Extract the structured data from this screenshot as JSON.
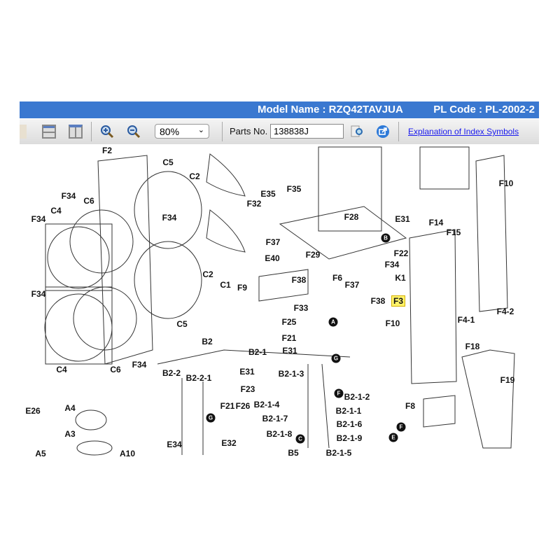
{
  "header": {
    "model_name": "Model Name : RZQ42TAVJUA",
    "pl_code": "PL Code : PL-2002-2"
  },
  "toolbar": {
    "zoom_value": "80%",
    "parts_no_label": "Parts No.",
    "parts_no_value": "138838J",
    "explanation_link": "Explanation of Index Symbols"
  },
  "diagram": {
    "labels": [
      "F2",
      "C5",
      "C2",
      "E35",
      "F35",
      "F34",
      "C6",
      "C4",
      "F34",
      "F34",
      "F32",
      "F28",
      "E31",
      "F14",
      "F15",
      "F10",
      "F37",
      "F22",
      "E40",
      "F29",
      "C2",
      "C1",
      "F38",
      "F6",
      "F37",
      "F34",
      "K1",
      "F9",
      "F34",
      "F33",
      "F38",
      "F3",
      "F4-1",
      "F4-2",
      "F25",
      "F10",
      "C5",
      "F21",
      "B2",
      "E31",
      "C4",
      "C6",
      "F34",
      "B2-1",
      "F18",
      "F19",
      "B2-2",
      "B2-2-1",
      "E31",
      "B2-1-3",
      "F23",
      "B2-1-2",
      "E26",
      "A4",
      "F21",
      "F26",
      "B2-1-4",
      "B2-1-1",
      "F8",
      "B2-1-7",
      "B2-1-6",
      "A3",
      "B2-1-8",
      "B2-1-9",
      "E32",
      "E34",
      "A5",
      "A10",
      "B5",
      "B2-1-5"
    ],
    "circle_markers": [
      "B",
      "A",
      "G",
      "F",
      "G",
      "F",
      "C",
      "E"
    ],
    "highlighted": "F3"
  }
}
